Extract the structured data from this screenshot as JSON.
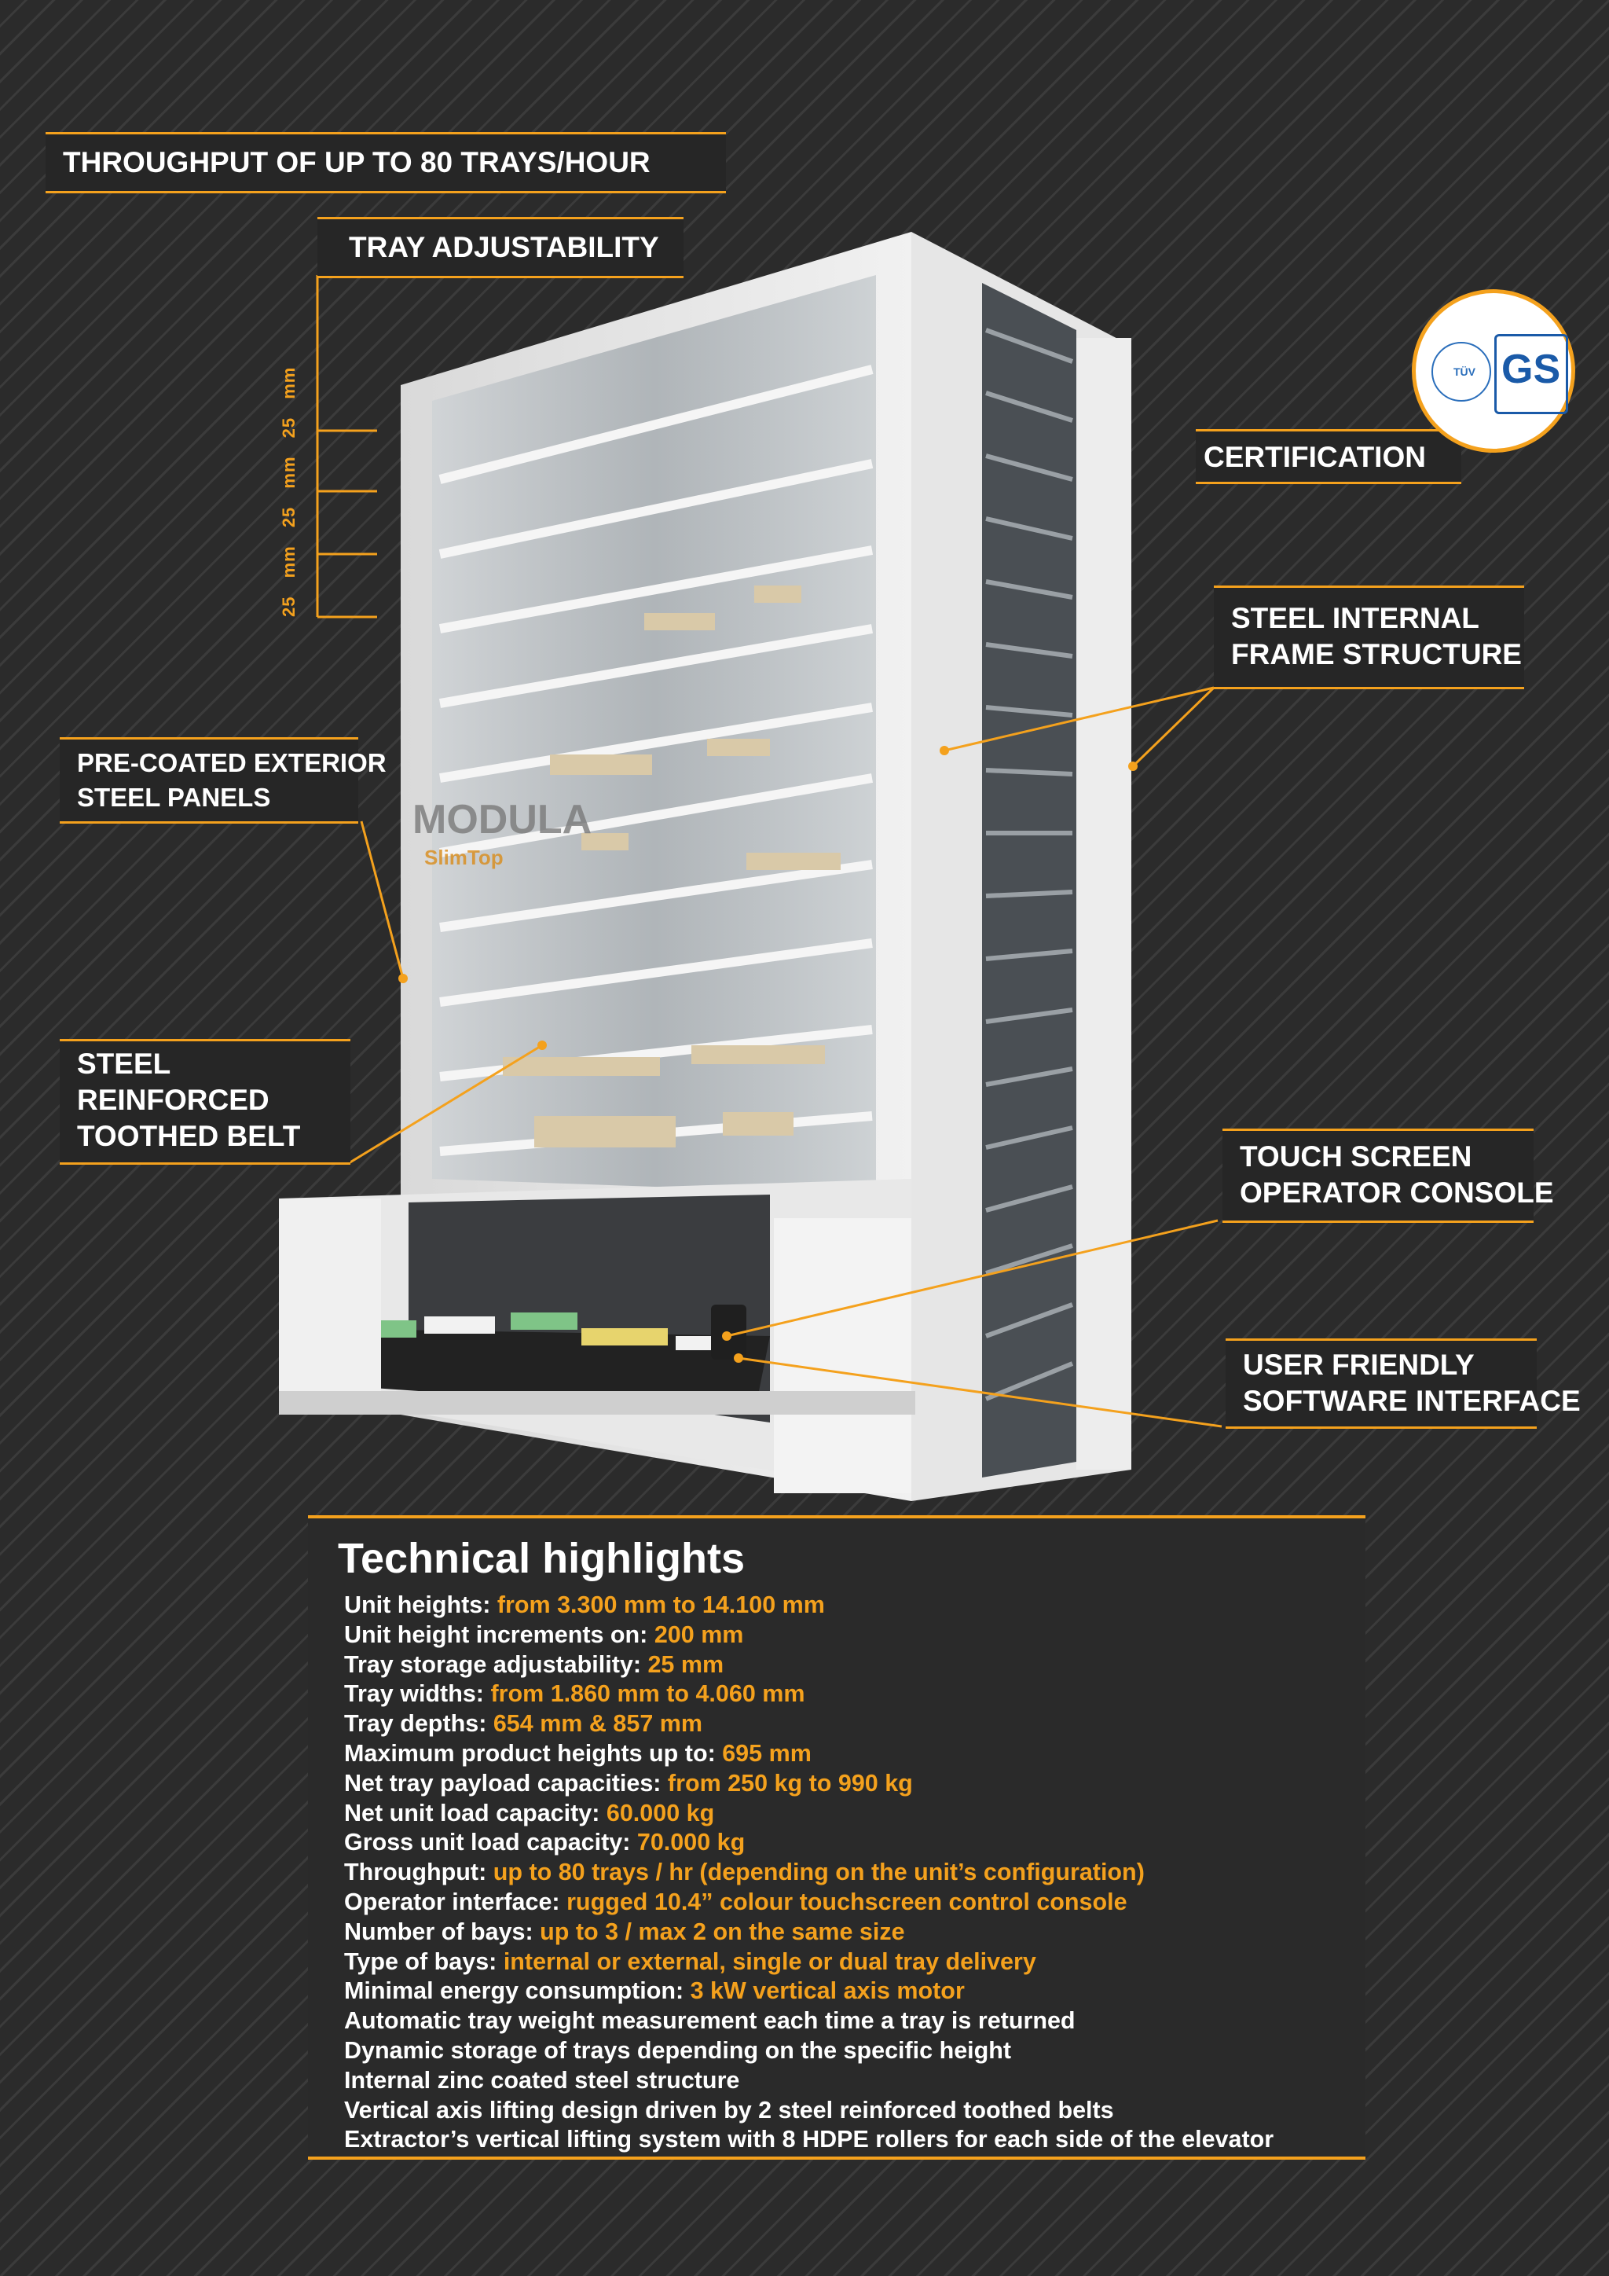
{
  "callouts": {
    "throughput": "THROUGHPUT OF UP TO 80 TRAYS/HOUR",
    "tray_adjustability": "TRAY ADJUSTABILITY",
    "certification": "CERTIFICATION",
    "frame_line1": "STEEL INTERNAL",
    "frame_line2": "FRAME STRUCTURE",
    "panels_line1": "PRE-COATED EXTERIOR",
    "panels_line2": "STEEL PANELS",
    "belt_line1": "STEEL",
    "belt_line2": "REINFORCED",
    "belt_line3": "TOOTHED BELT",
    "console_line1": "TOUCH SCREEN",
    "console_line2": "OPERATOR CONSOLE",
    "software_line1": "USER FRIENDLY",
    "software_line2": "SOFTWARE INTERFACE"
  },
  "dimension_label": "25 mm 25 mm 25 mm",
  "certification_badge": {
    "left_mark": "TÜV",
    "right_mark": "GS"
  },
  "machine_logo": {
    "brand": "MODULA",
    "model": "SlimTop"
  },
  "technical_highlights": {
    "title": "Technical highlights",
    "items": [
      {
        "label": "Unit heights: ",
        "value": "from 3.300 mm to 14.100 mm"
      },
      {
        "label": "Unit height increments on: ",
        "value": "200 mm"
      },
      {
        "label": "Tray storage adjustability: ",
        "value": "25 mm"
      },
      {
        "label": "Tray widths: ",
        "value": "from 1.860 mm to 4.060 mm"
      },
      {
        "label": "Tray depths: ",
        "value": "654 mm & 857 mm"
      },
      {
        "label": "Maximum product heights up to: ",
        "value": "695 mm"
      },
      {
        "label": "Net tray payload capacities: ",
        "value": "from 250 kg to 990 kg"
      },
      {
        "label": "Net unit load capacity: ",
        "value": "60.000 kg"
      },
      {
        "label": "Gross unit load capacity: ",
        "value": "70.000 kg"
      },
      {
        "label": "Throughput: ",
        "value": "up to 80 trays / hr (depending on the unit’s configuration)"
      },
      {
        "label": "Operator interface: ",
        "value": "rugged 10.4” colour touchscreen control console"
      },
      {
        "label": "Number of bays: ",
        "value": "up to 3 / max 2 on the same size"
      },
      {
        "label": "Type of bays: ",
        "value": "internal or external, single or dual tray delivery"
      },
      {
        "label": "Minimal energy consumption: ",
        "value": "3 kW vertical axis motor"
      },
      {
        "label": "Automatic tray weight measurement each time a tray is returned",
        "value": ""
      },
      {
        "label": "Dynamic storage of trays depending on the specific height",
        "value": ""
      },
      {
        "label": "Internal zinc coated steel structure",
        "value": ""
      },
      {
        "label": "Vertical axis lifting design driven by 2 steel reinforced toothed belts",
        "value": ""
      },
      {
        "label": "Extractor’s vertical lifting system with 8 HDPE rollers for each side of the elevator",
        "value": ""
      }
    ]
  },
  "colors": {
    "accent": "#f4a11d",
    "background": "#2b2b2b",
    "stripe": "#3b3b3b",
    "text": "#ffffff"
  }
}
